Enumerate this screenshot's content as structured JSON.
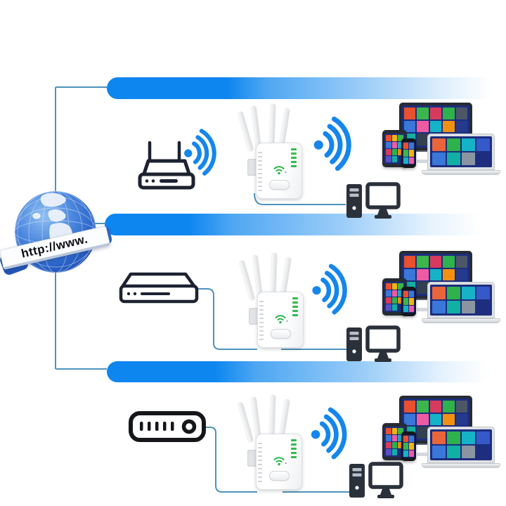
{
  "diagram": {
    "subject": "wifi-repeater-connection-modes",
    "row_count": 3
  },
  "globe": {
    "name": "internet-globe",
    "label": "http://www."
  },
  "colors": {
    "bar_solid_blue": "#0d86f0",
    "bar_fade_blue": "#4ea7f2",
    "wifi_signal_blue": "#1586ea",
    "wire_steel_blue": "#4e93bd",
    "outline_icon_dark": "#1c2230",
    "pc_dark": "#2b313b",
    "device_screen_navy": "#1d2e7e",
    "repeater_led_green": "#33bb4e",
    "repeater_wifi_green": "#2db84d",
    "globe_blue": "#2e6ecc",
    "ribbon_blue": "#2357b8"
  },
  "rows": [
    {
      "source_icon": "wireless-router-icon",
      "uplink": "wifi-signal-icon",
      "repeater_icon": "wifi-repeater-icon",
      "downlink": "wifi-signal-icon",
      "clients_icon": "devices-cluster-icon",
      "wired_client_icon": "desktop-pc-icon"
    },
    {
      "source_icon": "modem-icon",
      "uplink": "ethernet-wire",
      "repeater_icon": "wifi-repeater-icon",
      "downlink": "wifi-signal-icon",
      "clients_icon": "devices-cluster-icon",
      "wired_client_icon": "desktop-pc-icon"
    },
    {
      "source_icon": "set-top-box-icon",
      "uplink": "ethernet-wire",
      "repeater_icon": "wifi-repeater-icon",
      "downlink": "wifi-signal-icon",
      "clients_icon": "devices-cluster-icon",
      "wired_client_icon": "desktop-pc-icon"
    }
  ],
  "tiles": {
    "monitor": [
      "#e8502f",
      "#3cb54a",
      "#d63a5e",
      "#2fb14c",
      "#4d5667",
      "#3a77d9",
      "#ee5ba2",
      "#16b2c8",
      "#f29111",
      "#253a8c",
      "#12b0a4",
      "#33404f",
      "#95a0ac",
      "",
      ""
    ],
    "laptop": [
      "#e8663a",
      "#2fb14c",
      "#16b2c8",
      "#3559c9",
      "#3a77d9",
      "#12b0a4",
      "#8a95a2",
      ""
    ],
    "tablet": [
      "#e8502f",
      "#f2b411",
      "#3cb54a",
      "#3a77d9",
      "#ee5ba2",
      "#16b2c8",
      "#d63a5e",
      "#2fb14c",
      "#f29111",
      "#5a4fc9",
      "#12b0a4",
      ""
    ],
    "phone": [
      "#e8502f",
      "#3a77d9",
      "#3cb54a",
      "#f2b411",
      "#16b2c8",
      "#ee5ba2"
    ]
  }
}
